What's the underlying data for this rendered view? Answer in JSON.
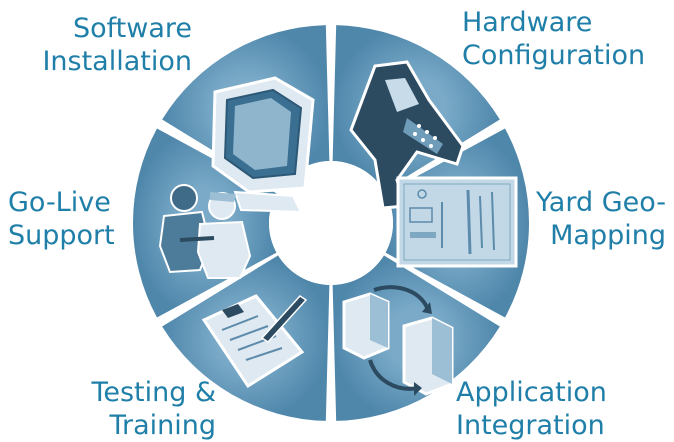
{
  "colors": {
    "segment": "#5e94b6",
    "segment_light": "#a9c9dc",
    "label": "#1f7fa8",
    "hub": "#ffffff"
  },
  "segments": [
    {
      "id": "software-installation",
      "lines": [
        "Software",
        "Installation"
      ],
      "icon": "computer-monitor-icon"
    },
    {
      "id": "hardware-configuration",
      "lines": [
        "Hardware",
        "Configuration"
      ],
      "icon": "handheld-scanner-icon"
    },
    {
      "id": "yard-geo-mapping",
      "lines": [
        "Yard Geo-",
        "Mapping"
      ],
      "icon": "yard-map-icon"
    },
    {
      "id": "application-integration",
      "lines": [
        "Application",
        "Integration"
      ],
      "icon": "connected-servers-icon"
    },
    {
      "id": "testing-training",
      "lines": [
        "Testing &",
        "Training"
      ],
      "icon": "clipboard-pen-icon"
    },
    {
      "id": "go-live-support",
      "lines": [
        "Go-Live",
        "Support"
      ],
      "icon": "people-support-icon"
    }
  ]
}
